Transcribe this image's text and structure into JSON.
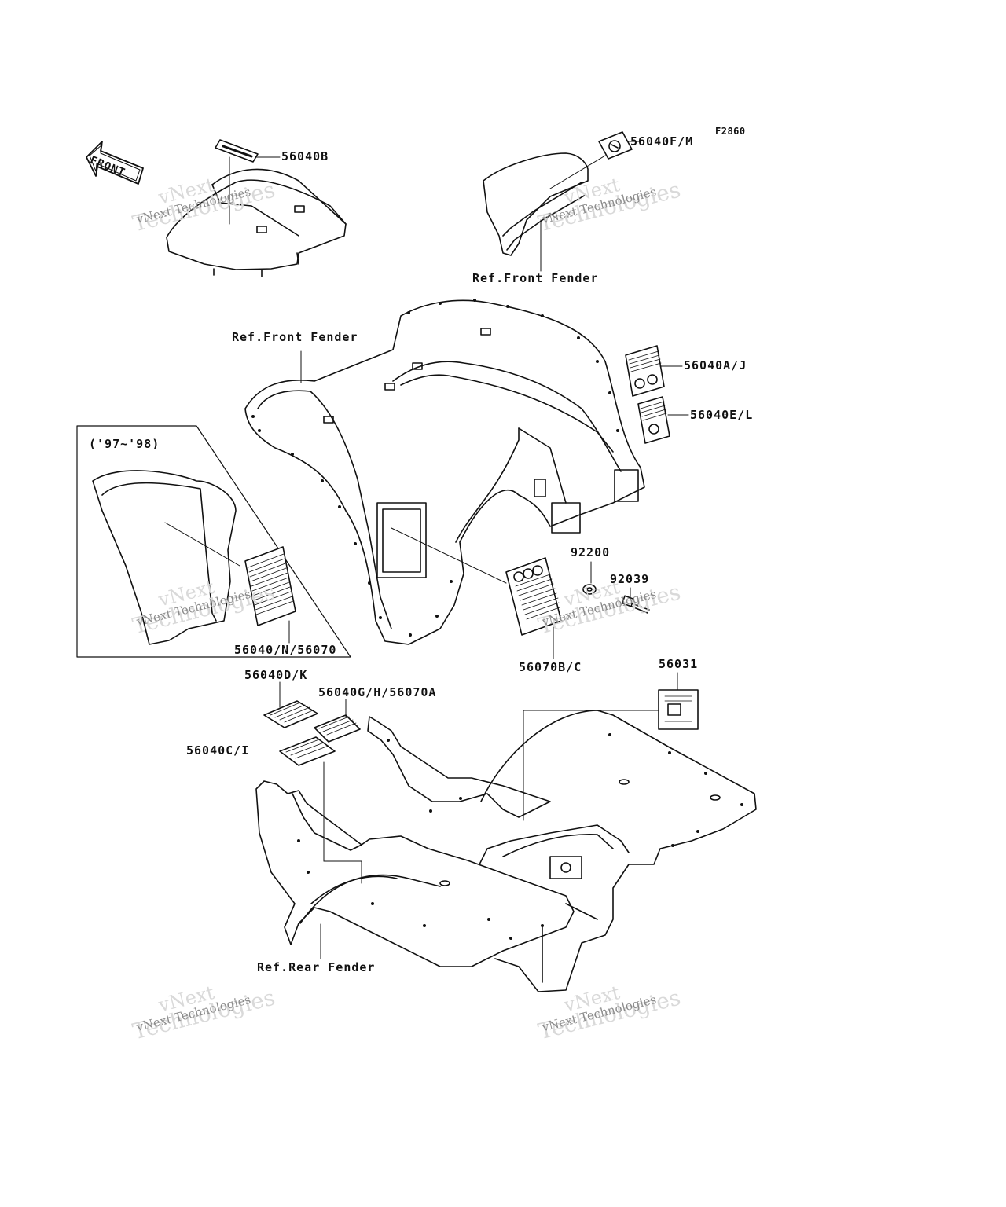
{
  "diagram_code": "F2860",
  "direction_label": "FRONT",
  "year_range_label": "('97~'98)",
  "watermark": {
    "line1": "vNext",
    "line2": "vNext Technologies",
    "line3": "Technologies"
  },
  "callouts": {
    "p56040B": "56040B",
    "p56040FM": "56040F/M",
    "ref_front_fender_top": "Ref.Front Fender",
    "ref_front_fender_mid": "Ref.Front Fender",
    "p56040AJ": "56040A/J",
    "p56040EL": "56040E/L",
    "p92200": "92200",
    "p92039": "92039",
    "p56040N56070": "56040/N/56070",
    "p56070BC": "56070B/C",
    "p56040DK": "56040D/K",
    "p56040GH56070A": "56040G/H/56070A",
    "p56031": "56031",
    "p56040CI": "56040C/I",
    "ref_rear_fender": "Ref.Rear Fender"
  }
}
